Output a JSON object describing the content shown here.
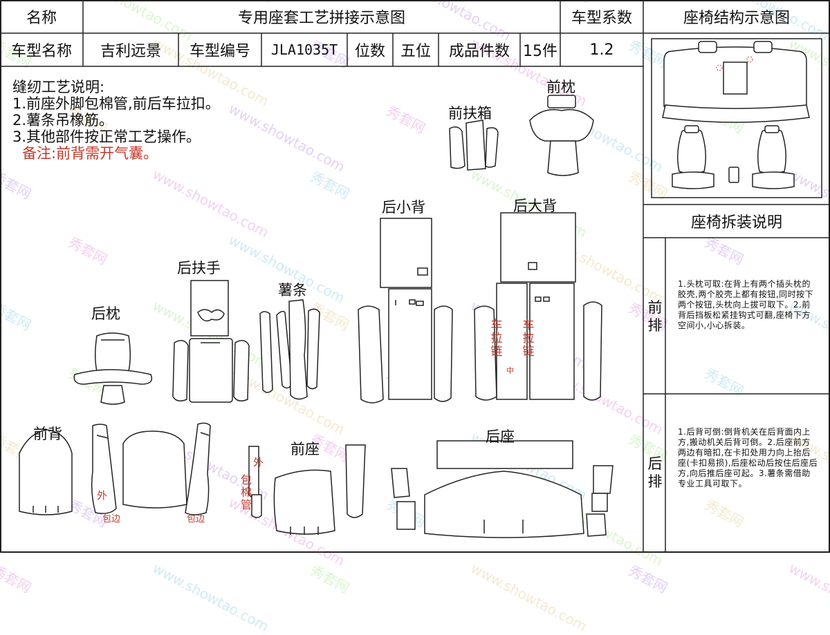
{
  "header": {
    "name_label": "名称",
    "title": "专用座套工艺拼接示意图",
    "coef_label": "车型系数",
    "structure_title": "座椅结构示意图"
  },
  "info_row": {
    "model_name_label": "车型名称",
    "model_name": "吉利远景",
    "model_code_label": "车型编号",
    "model_code": "JLA1035T",
    "seats_label": "位数",
    "seats": "五位",
    "pieces_label": "成品件数",
    "pieces": "15件",
    "coef": "1.2"
  },
  "notes": {
    "heading": "缝纫工艺说明:",
    "items": [
      "1.前座外脚包棉管,前后车拉扣。",
      "2.薯条吊橡筋。",
      "3.其他部件按正常工艺操作。"
    ],
    "remark": "备注:前背需开气囊。"
  },
  "pieces": {
    "front_armrest_box": "前扶箱",
    "front_headrest": "前枕",
    "rear_small_back": "后小背",
    "rear_big_back": "后大背",
    "rear_armrest": "后扶手",
    "strip": "薯条",
    "rear_headrest": "后枕",
    "front_back": "前背",
    "front_seat": "前座",
    "rear_seat": "后座"
  },
  "annotations": {
    "zipper_left": "车拉链",
    "zipper_right": "车拉链",
    "outer_left": "外",
    "outer_right": "外",
    "hem_left": "包边",
    "hem_right": "包边",
    "tube": "包棉管",
    "middle": "中"
  },
  "disassembly": {
    "title": "座椅拆装说明",
    "front_label": "前排",
    "front_text": "1.头枕可取:在背上有两个插头枕的胶壳,两个胶壳上都有按钮,同时按下两个按钮,头枕向上拔可取下。2.前背后挡板松紧挂钩式可翻,座椅下方空间小,小心拆装。",
    "rear_label": "后排",
    "rear_text": "1.后背可倒:倒背机关在后背面内上方,搬动机关后背可倒。2.后座前方两边有暗扣,在卡扣处用力向上抬后座(卡扣易损),后座松动后按住后座后方,向后推后座可起。3.薯条需借助专业工具可取下。"
  },
  "watermark": {
    "cn": "秀套网",
    "en": "www.showtao.com"
  }
}
